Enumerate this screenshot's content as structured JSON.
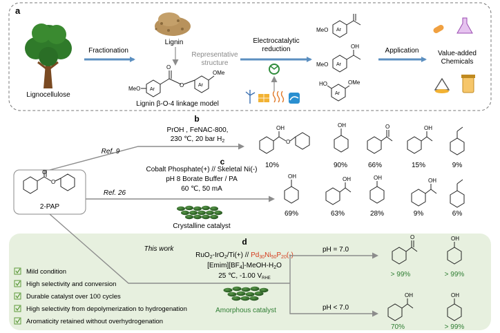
{
  "colors": {
    "arrow_blue": "#5b8fc0",
    "arrow_gray": "#8c8c8c",
    "green_text": "#2e7d32",
    "red_text": "#d43a1c",
    "panel_green": "#e7f0df",
    "catalyst_green": "#2f6b2a",
    "checkbox_green": "#5d9a3a",
    "tree_brown": "#7a4a22",
    "tree_green": "#2f7a2a",
    "lignin_tan": "#b8925c"
  },
  "panel_a": {
    "label": "a",
    "lignocellulose": "Lignocellulose",
    "fractionation": "Fractionation",
    "lignin": "Lignin",
    "representative": "Representative",
    "structure": "structure",
    "model_caption": "Lignin β-O-4 linkage model",
    "electro_line1": "Electrocatalytic",
    "electro_line2": "reduction",
    "application": "Application",
    "value_line1": "Value-added",
    "value_line2": "Chemicals",
    "struct_labels": {
      "meo": "MeO",
      "ome": "OMe",
      "ar": "Ar",
      "o": "O",
      "oh": "OH",
      "ho": "HO"
    }
  },
  "panel_b": {
    "label": "b",
    "ref": "Ref. 9",
    "line1": "PrOH , FeNAC-800,",
    "line2": "230 ℃, 20 bar H",
    "line2_sub": "2",
    "products": [
      "10%",
      "90%",
      "66%",
      "15%",
      "9%"
    ]
  },
  "panel_c": {
    "label": "c",
    "ref": "Ref. 26",
    "line1": "Cobalt Phosphate(+) // Skeletal Ni(-)",
    "line2": "pH 8 Borate Buffer / PA",
    "line3": "60 ℃, 50 mA",
    "catalyst": "Crystalline catalyst",
    "products": [
      "69%",
      "63%",
      "28%",
      "9%",
      "6%"
    ]
  },
  "pap": {
    "label": "2-PAP",
    "o_ketone": "O",
    "o_ether": "O"
  },
  "panel_d": {
    "label": "d",
    "this_work": "This work",
    "cat_a": "RuO",
    "cat_a_sub1": "2",
    "cat_b": "-IrO",
    "cat_b_sub2": "2",
    "cat_c": "/Ti(+) // ",
    "cat_red_pd": "Pd",
    "cat_red_pd_sub": "30",
    "cat_red_ni": "Ni",
    "cat_red_ni_sub": "50",
    "cat_red_p": "P",
    "cat_red_p_sub": "20",
    "cat_red_end": "(-)",
    "solvent_a": "[Emim][BF",
    "solvent_sub": "4",
    "solvent_b": "]-MeOH-H",
    "solvent_sub2": "2",
    "solvent_c": "O",
    "cond_a": "25 ℃, -1.00 V",
    "cond_sub": "RHE",
    "ph1": "pH = 7.0",
    "ph2": "pH < 7.0",
    "catalyst": "Amorphous catalyst",
    "products_top": [
      "> 99%",
      "> 99%"
    ],
    "products_bottom": [
      "70%",
      "> 99%"
    ],
    "checklist": [
      "Mild condition",
      "High selectivity and conversion",
      "Durable catalyst over 100 cycles",
      "High selectivity from depolymerization to hydrogenation",
      "Aromaticity retained without overhydrogenation"
    ]
  }
}
